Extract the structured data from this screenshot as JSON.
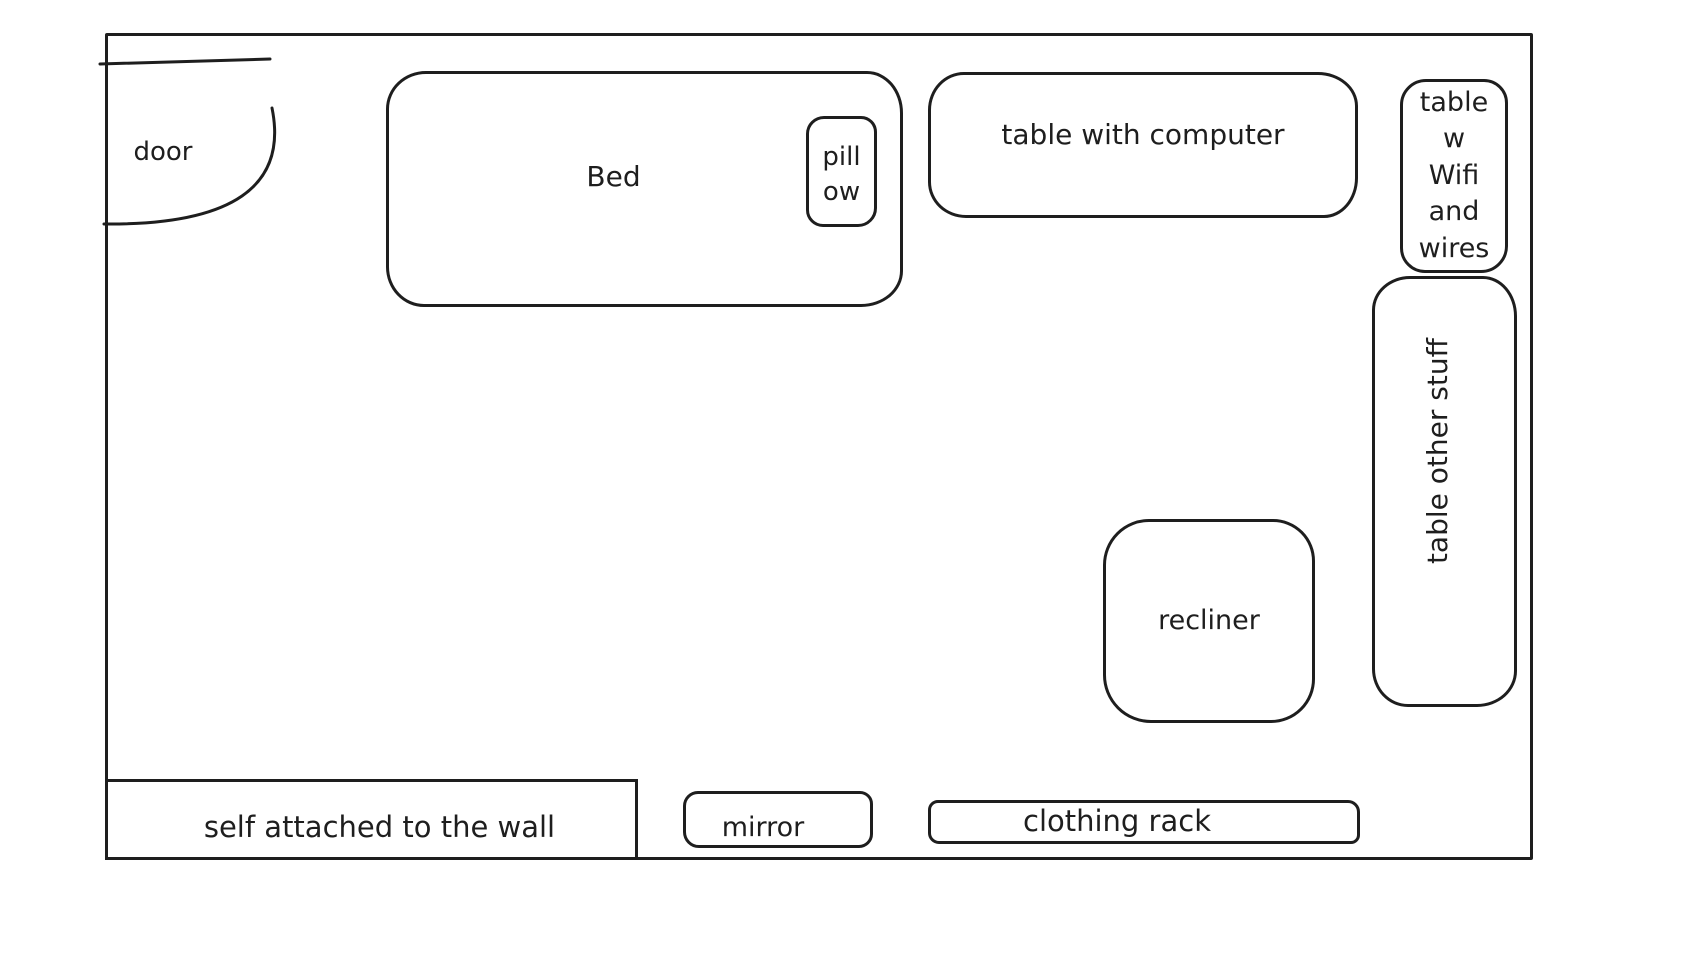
{
  "canvas": {
    "type": "room-floor-plan-sketch",
    "background_color": "#ffffff",
    "ink_color": "#1e1e1e"
  },
  "furniture": {
    "door": {
      "label": "door"
    },
    "bed": {
      "label": "Bed"
    },
    "pillow": {
      "label": "pill ow",
      "line1": "pill",
      "line2": "ow"
    },
    "table_computer": {
      "label": "table with computer"
    },
    "table_wifi": {
      "label": "table w Wifi and wires",
      "line1": "table",
      "line2": "w",
      "line3": "Wifi",
      "line4": "and",
      "line5": "wires"
    },
    "table_other": {
      "label": "table other stuff",
      "orientation": "rotated-90-ccw"
    },
    "recliner": {
      "label": "recliner"
    },
    "wall_shelf": {
      "label": "self attached to the wall"
    },
    "mirror": {
      "label": "mirror"
    },
    "clothing_rack": {
      "label": "clothing rack"
    }
  }
}
